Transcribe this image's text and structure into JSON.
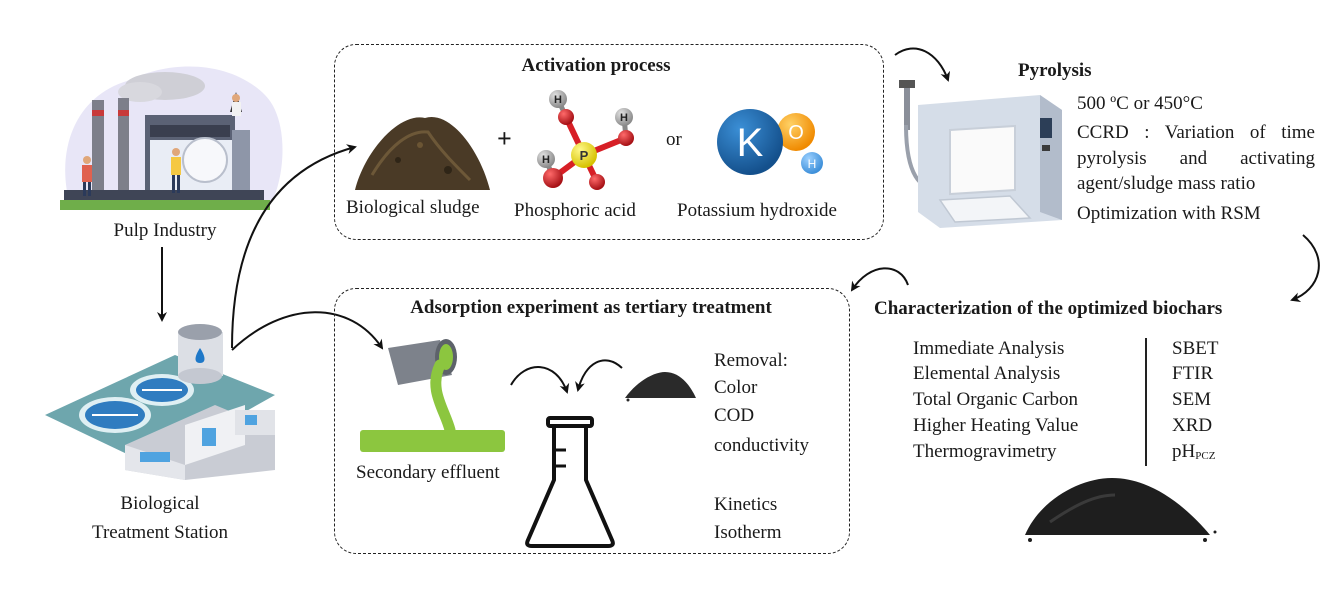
{
  "pulp": {
    "label": "Pulp Industry"
  },
  "station": {
    "label1": "Biological",
    "label2": "Treatment Station"
  },
  "activation": {
    "title": "Activation process",
    "sludge": "Biological sludge",
    "plus": "+",
    "acid": "Phosphoric acid",
    "or": "or",
    "koh": "Potassium hydroxide",
    "atom_p": "P",
    "atom_h": "H",
    "atom_k": "K",
    "atom_o": "O"
  },
  "pyrolysis": {
    "title": "Pyrolysis",
    "temp": "500 ºC or 450°C",
    "ccrd": "CCRD : Variation of time pyrolysis and activating agent/sludge mass ratio",
    "opt": "Optimization with RSM"
  },
  "characterization": {
    "title": "Characterization of the optimized biochars",
    "left": [
      "Immediate Analysis",
      "Elemental Analysis",
      "Total Organic Carbon",
      "Higher Heating Value",
      "Thermogravimetry"
    ],
    "right": [
      "SBET",
      "FTIR",
      "SEM",
      "XRD"
    ],
    "ph_main": "pH",
    "ph_sub": "PCZ"
  },
  "adsorption": {
    "title": "Adsorption experiment as tertiary treatment",
    "effluent": "Secondary effluent",
    "removal": [
      "Removal:",
      "Color",
      "COD",
      "conductivity"
    ],
    "studies": [
      "Kinetics",
      "Isotherm"
    ]
  },
  "colors": {
    "effluent_green": "#8cc63f",
    "acid_yellow": "#f2e400",
    "oxygen_red": "#d71f26",
    "k_blue": "#1e6fb4",
    "o_orange": "#f4a21d",
    "h_lightblue": "#5aa9e6",
    "biochar": "#1e1e1e",
    "sludge": "#4a3a26"
  }
}
